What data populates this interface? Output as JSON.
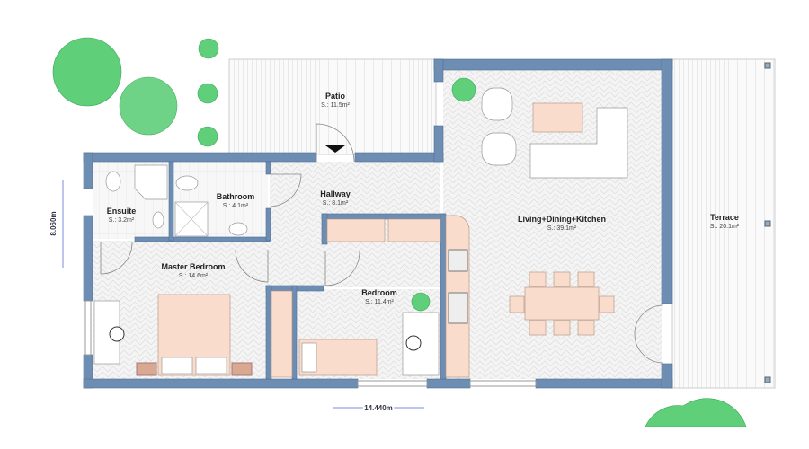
{
  "rooms": [
    {
      "name": "Patio",
      "area": "S.: 11.5m²"
    },
    {
      "name": "Hallway",
      "area": "S.: 8.1m²"
    },
    {
      "name": "Bathroom",
      "area": "S.: 4.1m²"
    },
    {
      "name": "Ensuite",
      "area": "S.: 3.2m²"
    },
    {
      "name": "Master Bedroom",
      "area": "S.: 14.6m²"
    },
    {
      "name": "Bedroom",
      "area": "S.: 11.4m²"
    },
    {
      "name": "Living+Dining+Kitchen",
      "area": "S.: 39.1m²"
    },
    {
      "name": "Terrace",
      "area": "S.: 20.1m²"
    }
  ],
  "dimensions": {
    "width": "14.440m",
    "height": "8.060m"
  },
  "colors": {
    "wall": "#6d8db2",
    "furniture": "#f9dccb",
    "plants": "#5fcf7a"
  }
}
